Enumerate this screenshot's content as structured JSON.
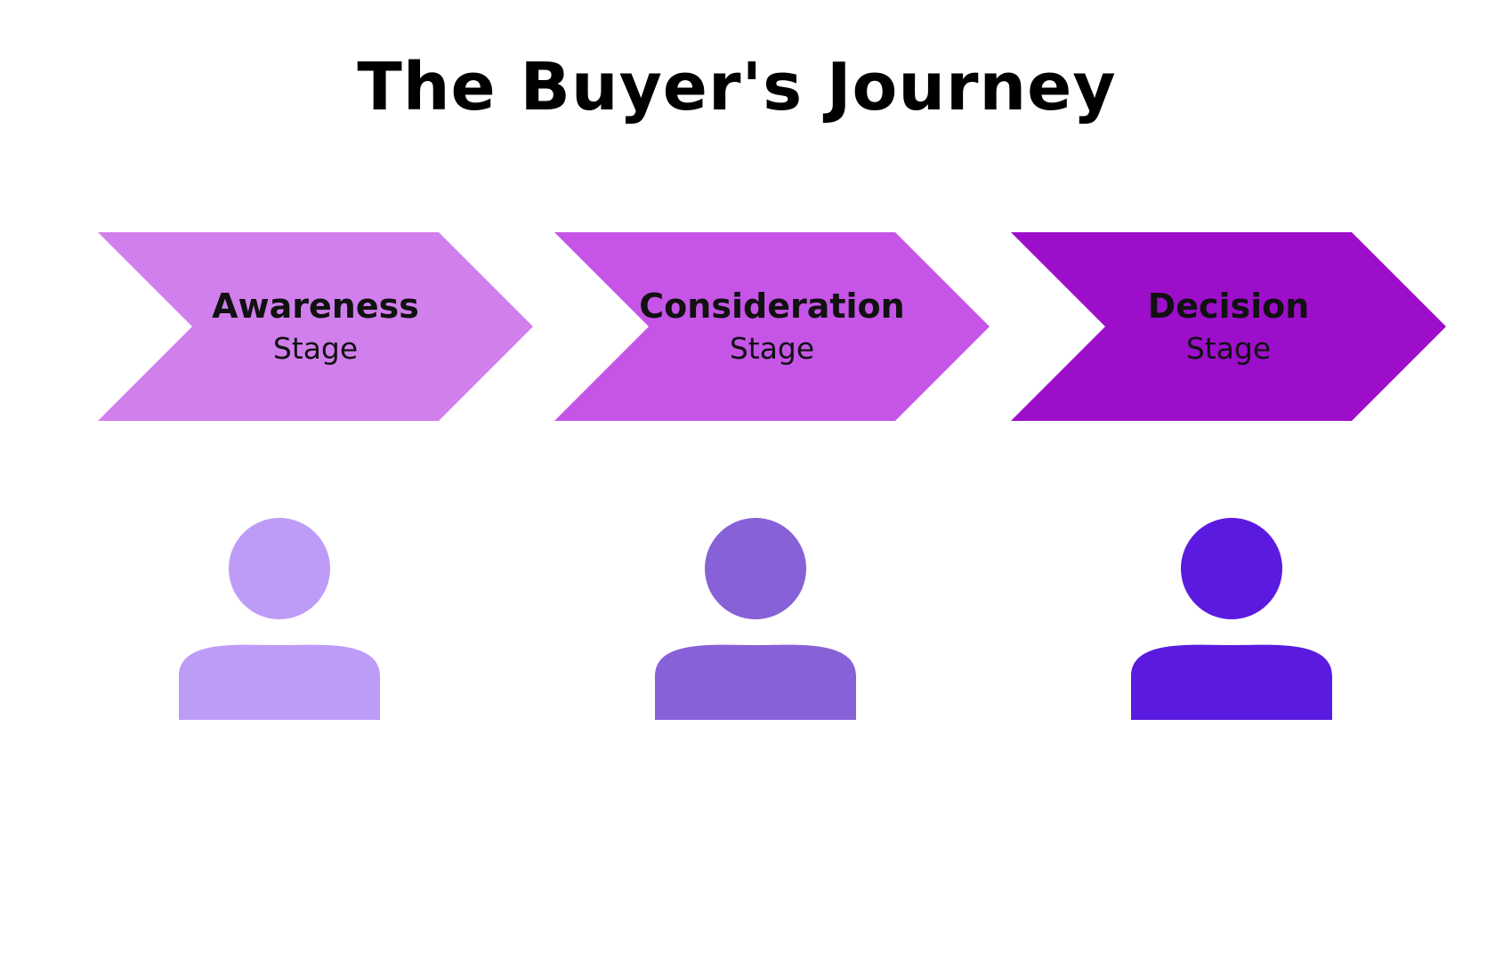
{
  "title": "The Buyer's Journey",
  "stages": [
    {
      "name": "Awareness",
      "sub": "Stage",
      "arrow_color": "#d17fec",
      "person_color": "#bd9cf8"
    },
    {
      "name": "Consideration",
      "sub": "Stage",
      "arrow_color": "#c655e7",
      "person_color": "#8761d7"
    },
    {
      "name": "Decision",
      "sub": "Stage",
      "arrow_color": "#9d0ecb",
      "person_color": "#5b1ae0"
    }
  ]
}
